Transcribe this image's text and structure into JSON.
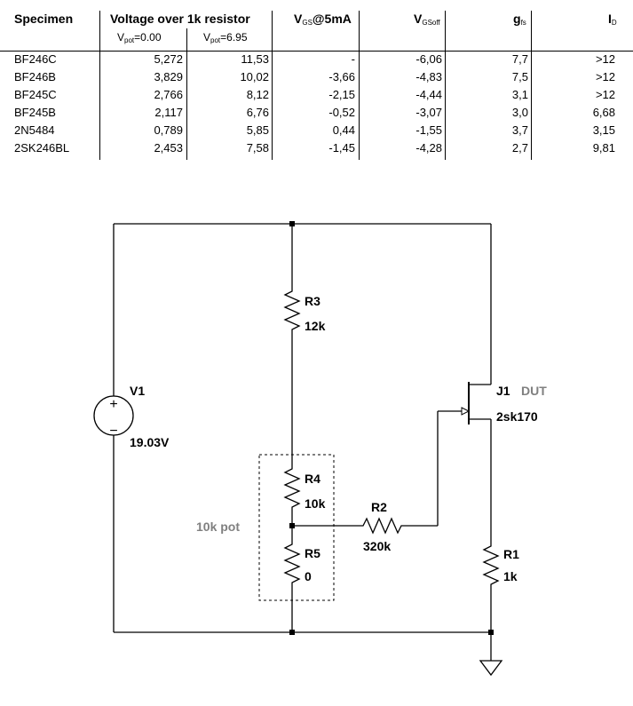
{
  "table": {
    "headers": {
      "specimen": "Specimen",
      "voltage": "Voltage over 1k resistor",
      "vpot0_pre": "V",
      "vpot0_sub": "pot",
      "vpot0_post": "=0.00",
      "vpot1_pre": "V",
      "vpot1_sub": "pot",
      "vpot1_post": "=6.95",
      "vgs_pre": "V",
      "vgs_sub": "GS",
      "vgs_post": "@5mA",
      "vgsoff_pre": "V",
      "vgsoff_sub": "GSoff",
      "gfs_pre": "g",
      "gfs_sub": "fs",
      "id_pre": "I",
      "id_sub": "D"
    },
    "rows": [
      {
        "specimen": "BF246C",
        "v0": "5,272",
        "v1": "11,53",
        "vgs": "-",
        "vgsoff": "-6,06",
        "gfs": "7,7",
        "id": ">12"
      },
      {
        "specimen": "BF246B",
        "v0": "3,829",
        "v1": "10,02",
        "vgs": "-3,66",
        "vgsoff": "-4,83",
        "gfs": "7,5",
        "id": ">12"
      },
      {
        "specimen": "BF245C",
        "v0": "2,766",
        "v1": "8,12",
        "vgs": "-2,15",
        "vgsoff": "-4,44",
        "gfs": "3,1",
        "id": ">12"
      },
      {
        "specimen": "BF245B",
        "v0": "2,117",
        "v1": "6,76",
        "vgs": "-0,52",
        "vgsoff": "-3,07",
        "gfs": "3,0",
        "id": "6,68"
      },
      {
        "specimen": "2N5484",
        "v0": "0,789",
        "v1": "5,85",
        "vgs": "0,44",
        "vgsoff": "-1,55",
        "gfs": "3,7",
        "id": "3,15"
      },
      {
        "specimen": "2SK246BL",
        "v0": "2,453",
        "v1": "7,58",
        "vgs": "-1,45",
        "vgsoff": "-4,28",
        "gfs": "2,7",
        "id": "9,81"
      }
    ]
  },
  "circuit": {
    "v1": {
      "name": "V1",
      "value": "19.03V"
    },
    "r3": {
      "name": "R3",
      "value": "12k"
    },
    "r4": {
      "name": "R4",
      "value": "10k"
    },
    "r5": {
      "name": "R5",
      "value": "0"
    },
    "r2": {
      "name": "R2",
      "value": "320k"
    },
    "r1": {
      "name": "R1",
      "value": "1k"
    },
    "j1": {
      "name": "J1",
      "tag": "DUT",
      "part": "2sk170"
    },
    "pot_label": "10k pot",
    "plus_symbol": "+",
    "minus_symbol": "−",
    "colors": {
      "wire": "#000000",
      "label_gray": "#808080"
    }
  }
}
